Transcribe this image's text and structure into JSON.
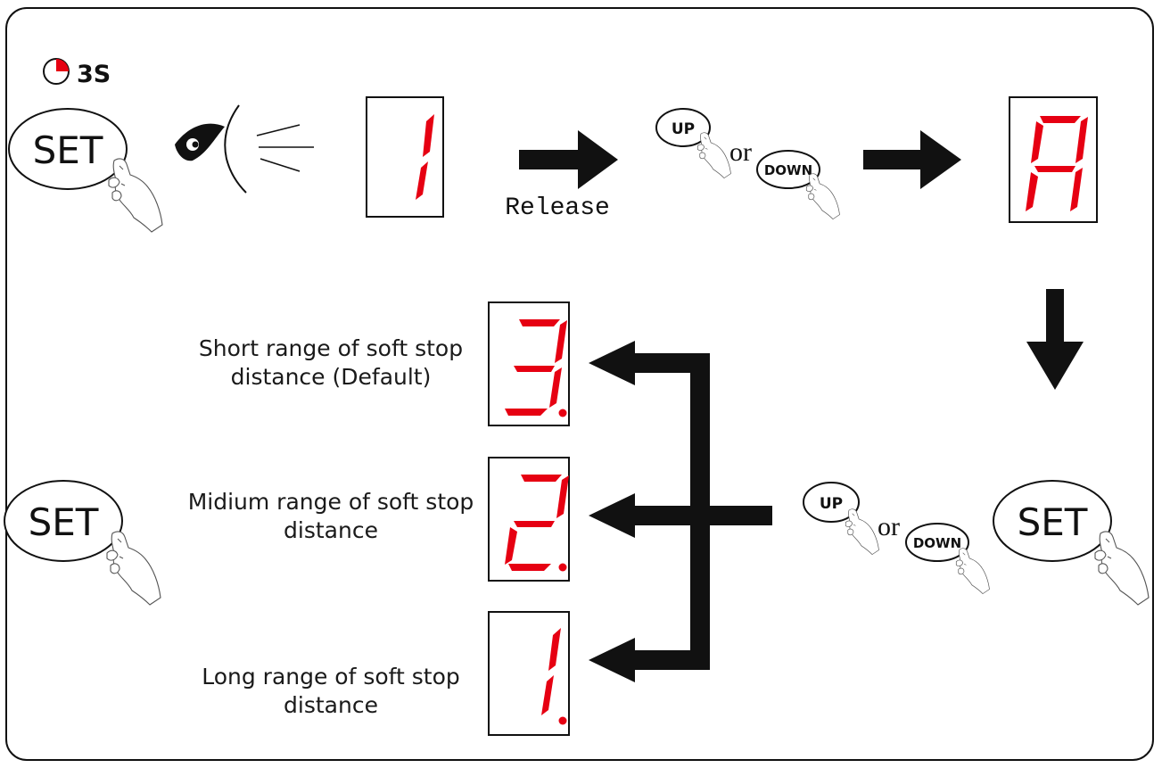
{
  "timer": {
    "label": "3S",
    "icon": "clock-timer-icon"
  },
  "buttons": {
    "set": "SET",
    "up": "UP",
    "down": "DOWN",
    "or": "or"
  },
  "steps": {
    "release": "Release",
    "display_initial": "1",
    "display_mode": "A"
  },
  "options": [
    {
      "display": "3.",
      "line1": "Short range of soft stop",
      "line2": "distance (Default)"
    },
    {
      "display": "2.",
      "line1": "Midium range of soft stop",
      "line2": "distance"
    },
    {
      "display": "1.",
      "line1": "Long range of soft stop",
      "line2": "distance"
    }
  ],
  "colors": {
    "segment": "#e60012",
    "ink": "#111111",
    "background": "#ffffff"
  },
  "icons": [
    "clock-timer-icon",
    "eye-icon",
    "pointing-hand-icon",
    "arrow-right-icon",
    "arrow-down-icon",
    "arrow-left-icon"
  ]
}
